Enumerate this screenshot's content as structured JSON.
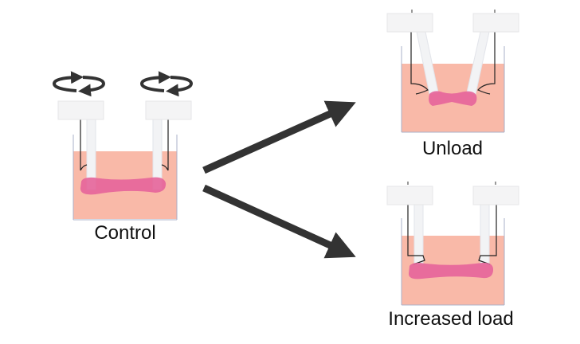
{
  "labels": {
    "control": "Control",
    "unload": "Unload",
    "increased_load": "Increased load"
  },
  "colors": {
    "medium": "#f9b9a8",
    "tissue": "#e5649a",
    "holder": "#f4f4f5",
    "post": "#f2f3f5",
    "arrow": "#333333",
    "wire": "#222222",
    "wall": "#aab0c8"
  },
  "icons": [
    "rotation-arrow-icon",
    "arrow-right-icon"
  ]
}
